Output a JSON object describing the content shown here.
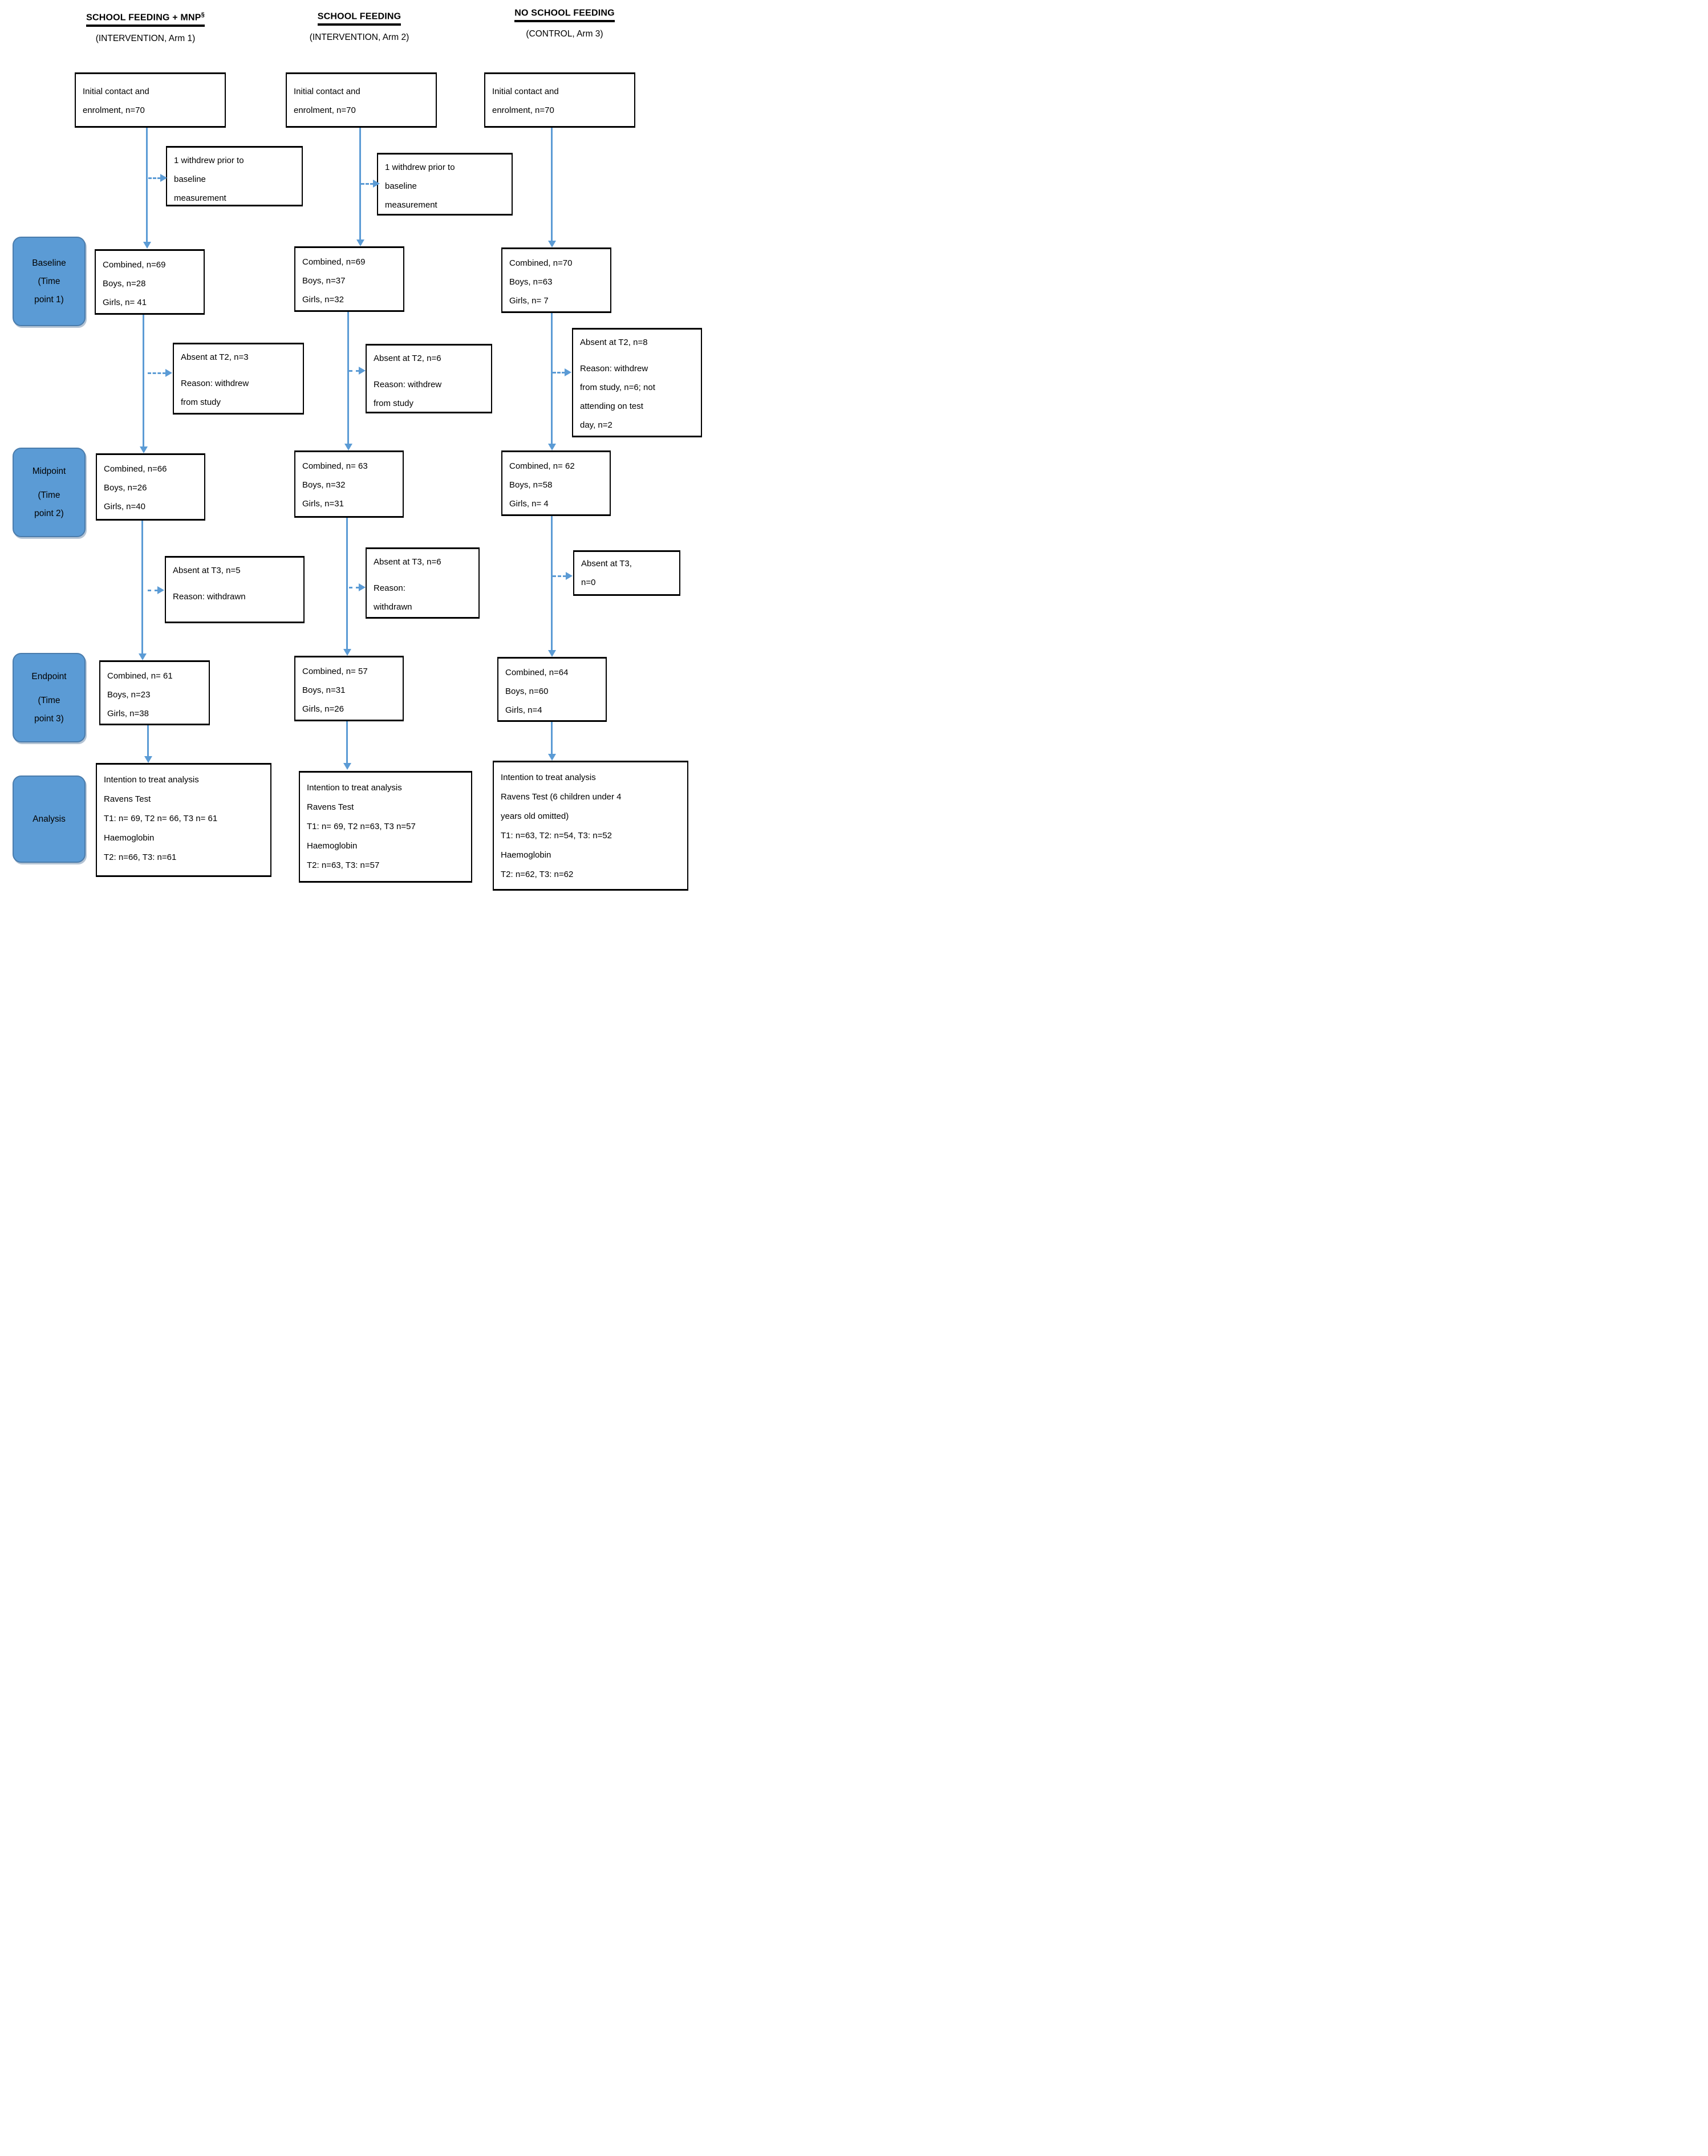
{
  "diagram": {
    "type": "study-flow-diagram",
    "colors": {
      "arrow_blue": "#5B9BD5",
      "label_fill": "#5B9BD5",
      "label_border": "#4A7CAC",
      "box_border": "#000000",
      "text": "#000000",
      "background": "#FFFFFF"
    }
  },
  "side_labels": [
    {
      "lines": [
        "Baseline",
        "(Time",
        "point 1)"
      ]
    },
    {
      "lines": [
        "Midpoint",
        "(Time",
        "point 2)"
      ]
    },
    {
      "lines": [
        "Endpoint",
        "(Time",
        "point 3)"
      ]
    },
    {
      "lines": [
        "Analysis"
      ]
    }
  ],
  "columns": [
    {
      "header": {
        "title": "SCHOOL FEEDING + MNP",
        "superscript": "§",
        "subtitle": "(INTERVENTION, Arm 1)"
      },
      "initial": {
        "lines": [
          "Initial contact and",
          "enrolment, n=70"
        ]
      },
      "withdrew": {
        "lines": [
          "1 withdrew prior to",
          "baseline",
          "measurement"
        ]
      },
      "baseline": {
        "lines": [
          "Combined, n=69",
          "Boys, n=28",
          "Girls, n= 41"
        ]
      },
      "absent_t2": {
        "lines": [
          "Absent at T2, n=3",
          "Reason:  withdrew",
          "from study"
        ]
      },
      "midpoint": {
        "lines": [
          "Combined, n=66",
          "Boys, n=26",
          "Girls, n=40"
        ]
      },
      "absent_t3": {
        "lines": [
          "Absent at T3, n=5",
          "Reason:  withdrawn"
        ]
      },
      "endpoint": {
        "lines": [
          "Combined, n= 61",
          "Boys, n=23",
          "Girls, n=38"
        ]
      },
      "analysis": {
        "lines": [
          "Intention to treat analysis",
          "Ravens Test",
          "T1: n= 69, T2 n= 66, T3 n= 61",
          "Haemoglobin",
          "T2: n=66, T3: n=61"
        ]
      }
    },
    {
      "header": {
        "title": "SCHOOL FEEDING",
        "superscript": "",
        "subtitle": "(INTERVENTION, Arm 2)"
      },
      "initial": {
        "lines": [
          "Initial contact and",
          "enrolment, n=70"
        ]
      },
      "withdrew": {
        "lines": [
          "1 withdrew prior to",
          "baseline",
          "measurement"
        ]
      },
      "baseline": {
        "lines": [
          "Combined, n=69",
          "Boys, n=37",
          "Girls, n=32"
        ]
      },
      "absent_t2": {
        "lines": [
          "Absent at T2, n=6",
          "Reason: withdrew",
          "from study"
        ]
      },
      "midpoint": {
        "lines": [
          "Combined, n= 63",
          "Boys, n=32",
          "Girls, n=31"
        ]
      },
      "absent_t3": {
        "lines": [
          "Absent at T3, n=6",
          "Reason:",
          "withdrawn"
        ]
      },
      "endpoint": {
        "lines": [
          "Combined, n= 57",
          "Boys, n=31",
          "Girls, n=26"
        ]
      },
      "analysis": {
        "lines": [
          "Intention to treat analysis",
          "Ravens Test",
          "T1: n= 69, T2 n=63, T3 n=57",
          "Haemoglobin",
          "T2: n=63, T3: n=57"
        ]
      }
    },
    {
      "header": {
        "title": "NO SCHOOL FEEDING",
        "superscript": "",
        "subtitle": "(CONTROL, Arm 3)"
      },
      "initial": {
        "lines": [
          "Initial contact and",
          "enrolment, n=70"
        ]
      },
      "baseline": {
        "lines": [
          "Combined, n=70",
          "Boys, n=63",
          "Girls, n= 7"
        ]
      },
      "absent_t2": {
        "lines": [
          "Absent at T2, n=8",
          "Reason:  withdrew",
          "from study, n=6; not",
          "attending on test",
          "day, n=2"
        ]
      },
      "midpoint": {
        "lines": [
          "Combined, n= 62",
          "Boys, n=58",
          "Girls, n= 4"
        ]
      },
      "absent_t3": {
        "lines": [
          "Absent at T3,",
          "n=0"
        ]
      },
      "endpoint": {
        "lines": [
          "Combined, n=64",
          "Boys, n=60",
          "Girls, n=4"
        ]
      },
      "analysis": {
        "lines": [
          "Intention to treat analysis",
          "Ravens Test (6 children under 4",
          "years old omitted)",
          "T1: n=63, T2: n=54, T3: n=52",
          "Haemoglobin",
          "T2: n=62, T3: n=62"
        ]
      }
    }
  ]
}
